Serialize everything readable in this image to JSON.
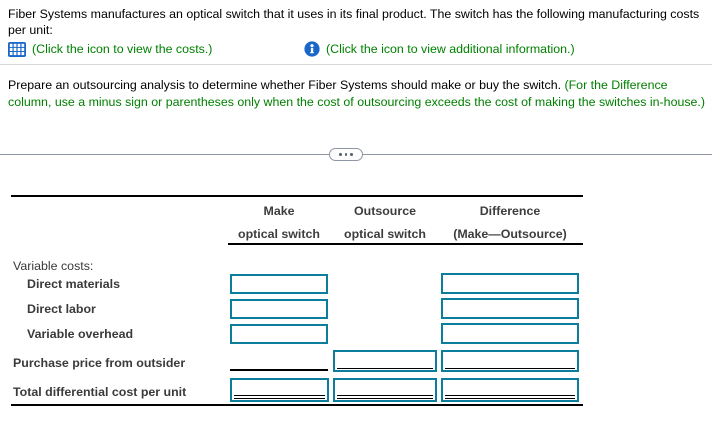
{
  "intro": {
    "text": "Fiber Systems manufactures an optical switch that it uses in its final product. The switch has the following manufacturing costs per unit:"
  },
  "icon_links": [
    {
      "icon": "costs-table-icon",
      "label": "(Click the icon to view the costs.)"
    },
    {
      "icon": "info-icon",
      "label": "(Click the icon to view additional information.)"
    }
  ],
  "instruction": {
    "main": "Prepare an outsourcing analysis to determine whether Fiber Systems should make or buy the switch.",
    "note": "(For the Difference column, use a minus sign or parentheses only when the cost of outsourcing exceeds the cost of making the switches in-house.)"
  },
  "analysis_table": {
    "col_headers": [
      {
        "line1": "Make",
        "line2": "optical switch"
      },
      {
        "line1": "Outsource",
        "line2": "optical switch"
      },
      {
        "line1": "Difference",
        "line2": "(Make—Outsource)"
      }
    ],
    "rows": [
      {
        "label": "Variable costs:"
      },
      {
        "label": "Direct materials",
        "make_value": "",
        "difference_value": ""
      },
      {
        "label": "Direct labor",
        "make_value": "",
        "difference_value": ""
      },
      {
        "label": "Variable overhead",
        "make_value": "",
        "difference_value": ""
      },
      {
        "label": "Purchase price from outsider",
        "outsource_value": "",
        "difference_value": ""
      },
      {
        "label": "Total differential cost per unit",
        "make_value": "",
        "outsource_value": "",
        "difference_value": ""
      }
    ]
  },
  "colors": {
    "input_border": "#0d7d9c",
    "instruction_green": "#008000",
    "icon_blue": "#1b66c9",
    "rule_black": "#000000",
    "divider_gray": "#8c96a4"
  }
}
